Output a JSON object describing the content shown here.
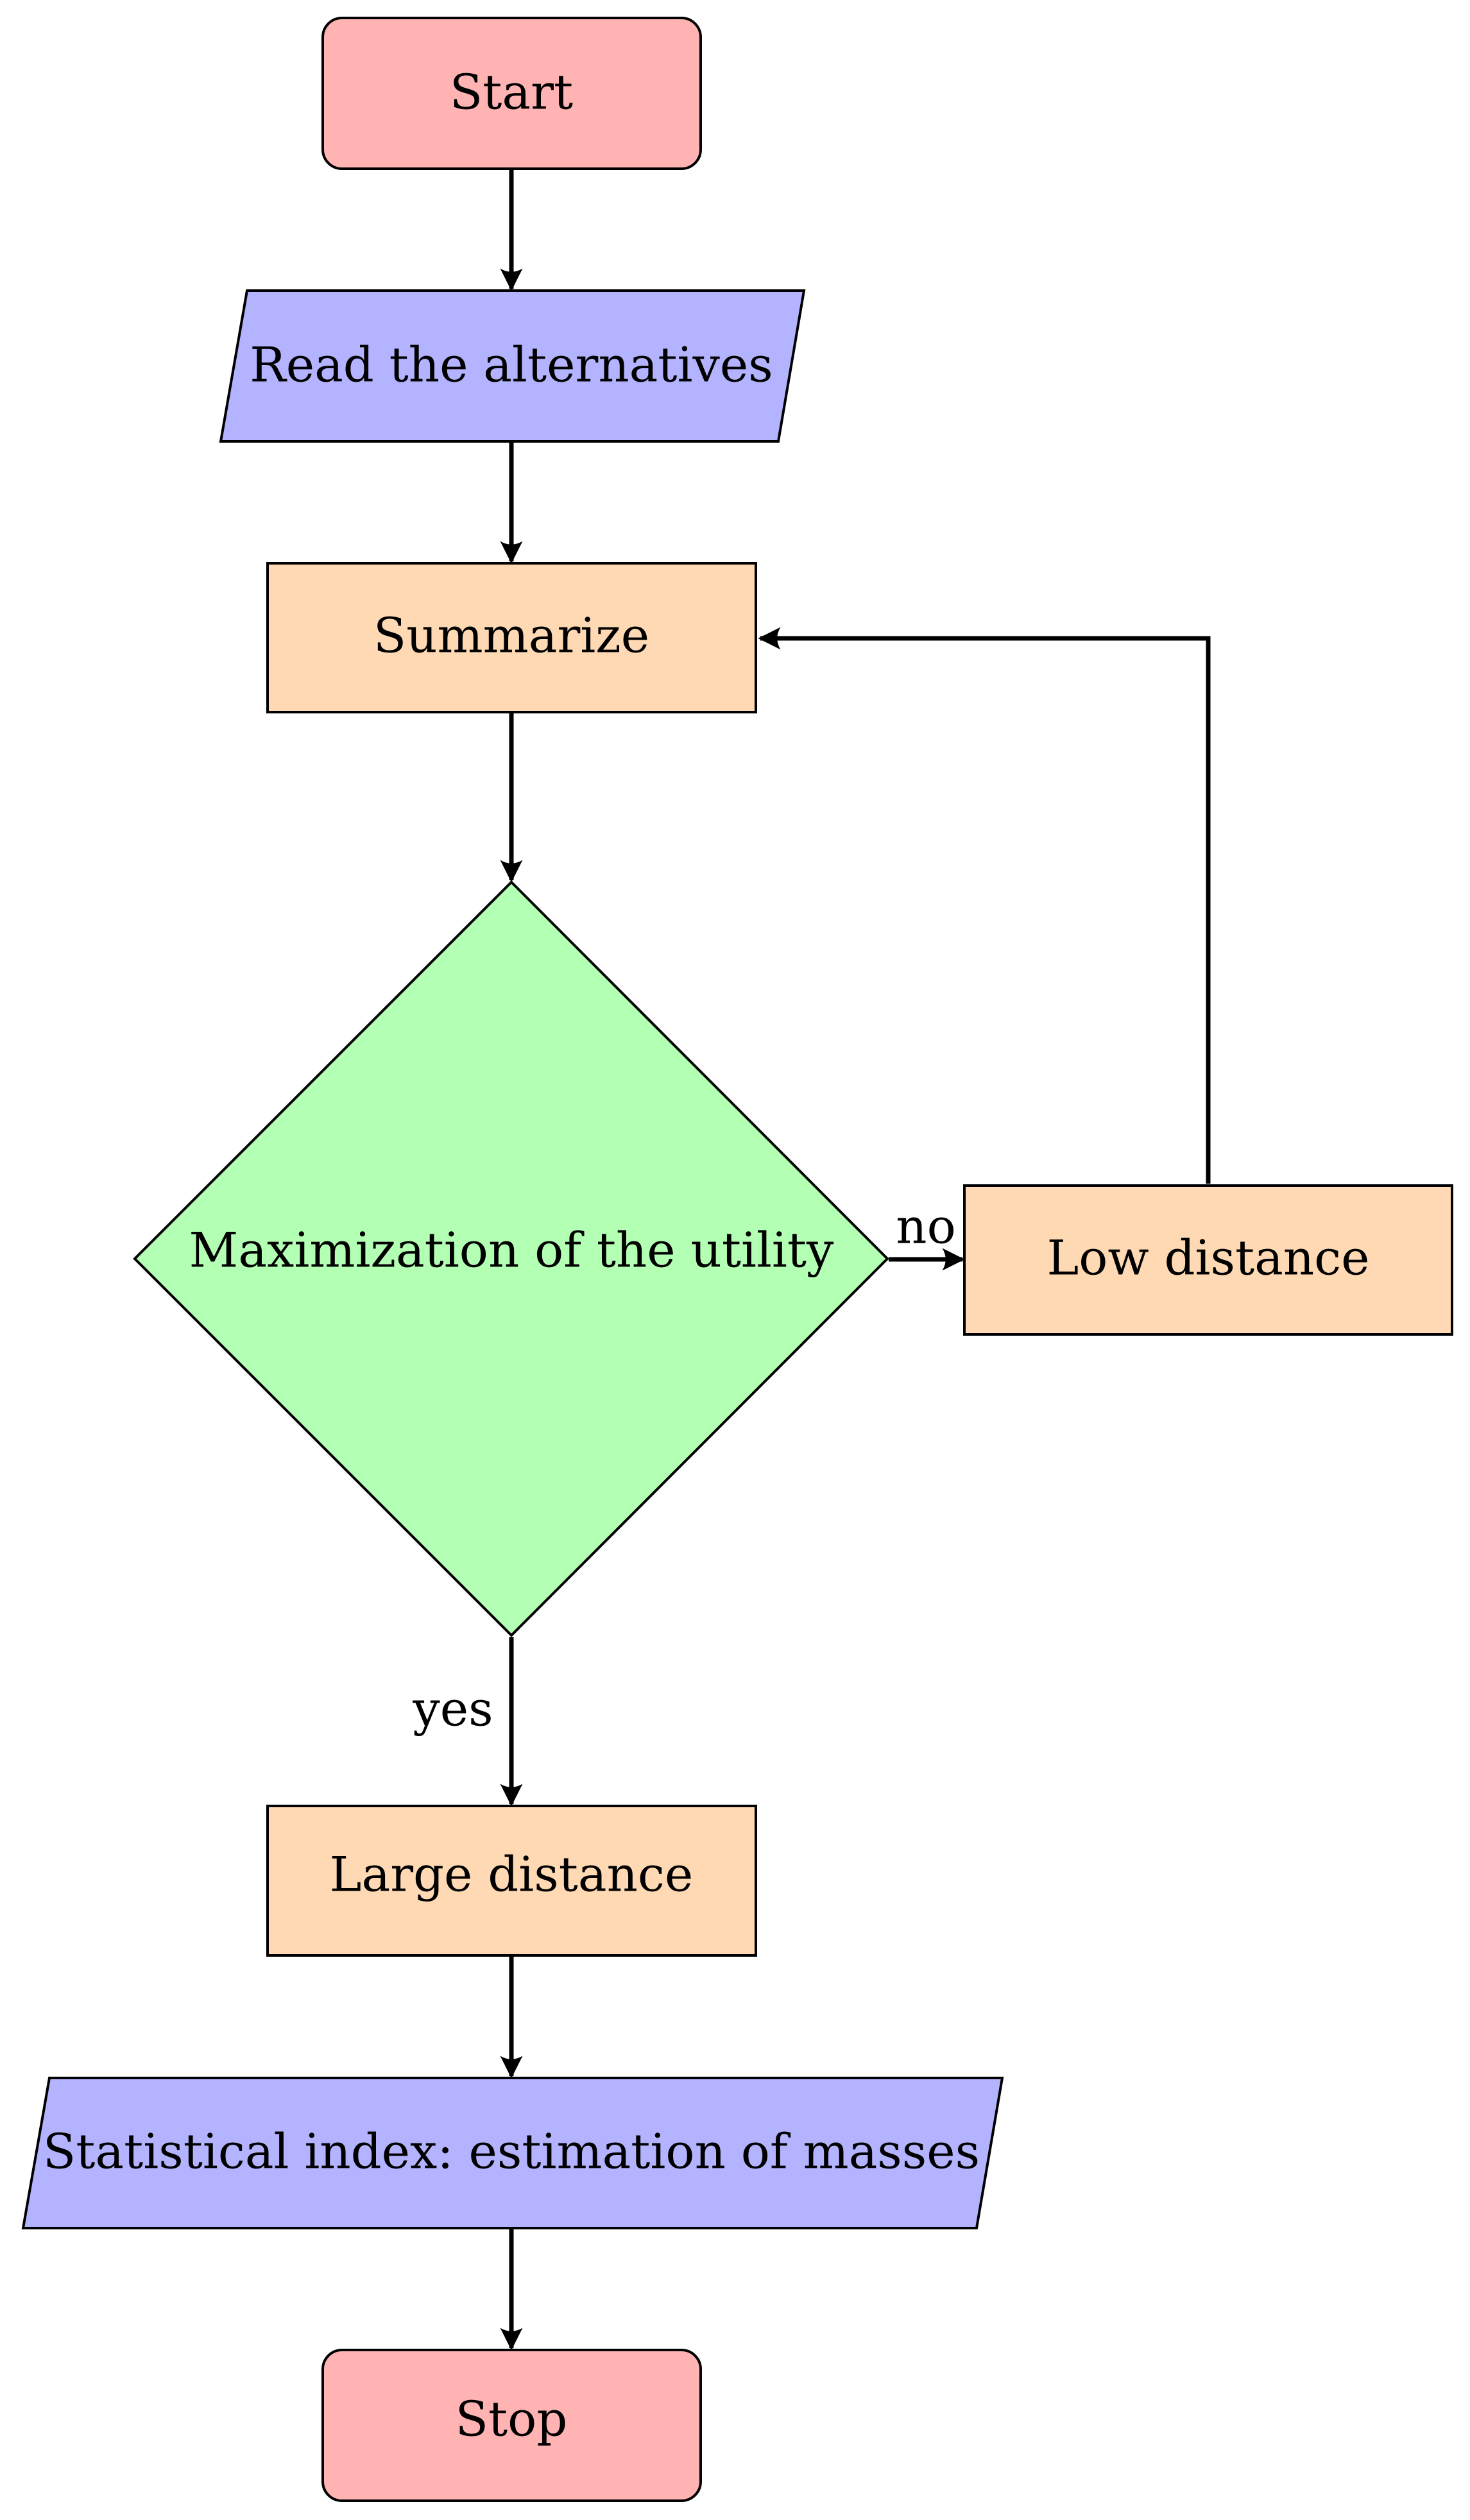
{
  "colors": {
    "terminal": "#ffb3b3",
    "io": "#b3b3ff",
    "process": "#ffd9b3",
    "decision": "#b3ffb3",
    "stroke": "#000000"
  },
  "nodes": {
    "start": {
      "label": "Start",
      "shape": "rounded-rectangle"
    },
    "read_alternatives": {
      "label": "Read the alternatives",
      "shape": "parallelogram"
    },
    "summarize": {
      "label": "Summarize",
      "shape": "rectangle"
    },
    "maximization": {
      "label": "Maximization of the utility",
      "shape": "diamond"
    },
    "low_distance": {
      "label": "Low distance",
      "shape": "rectangle"
    },
    "large_distance": {
      "label": "Large distance",
      "shape": "rectangle"
    },
    "statistical_index": {
      "label": "Statistical index: estimation of masses",
      "shape": "parallelogram"
    },
    "stop": {
      "label": "Stop",
      "shape": "rounded-rectangle"
    }
  },
  "edges": [
    {
      "from": "start",
      "to": "read_alternatives",
      "label": ""
    },
    {
      "from": "read_alternatives",
      "to": "summarize",
      "label": ""
    },
    {
      "from": "summarize",
      "to": "maximization",
      "label": ""
    },
    {
      "from": "maximization",
      "to": "low_distance",
      "label": "no"
    },
    {
      "from": "low_distance",
      "to": "summarize",
      "label": ""
    },
    {
      "from": "maximization",
      "to": "large_distance",
      "label": "yes"
    },
    {
      "from": "large_distance",
      "to": "statistical_index",
      "label": ""
    },
    {
      "from": "statistical_index",
      "to": "stop",
      "label": ""
    }
  ]
}
